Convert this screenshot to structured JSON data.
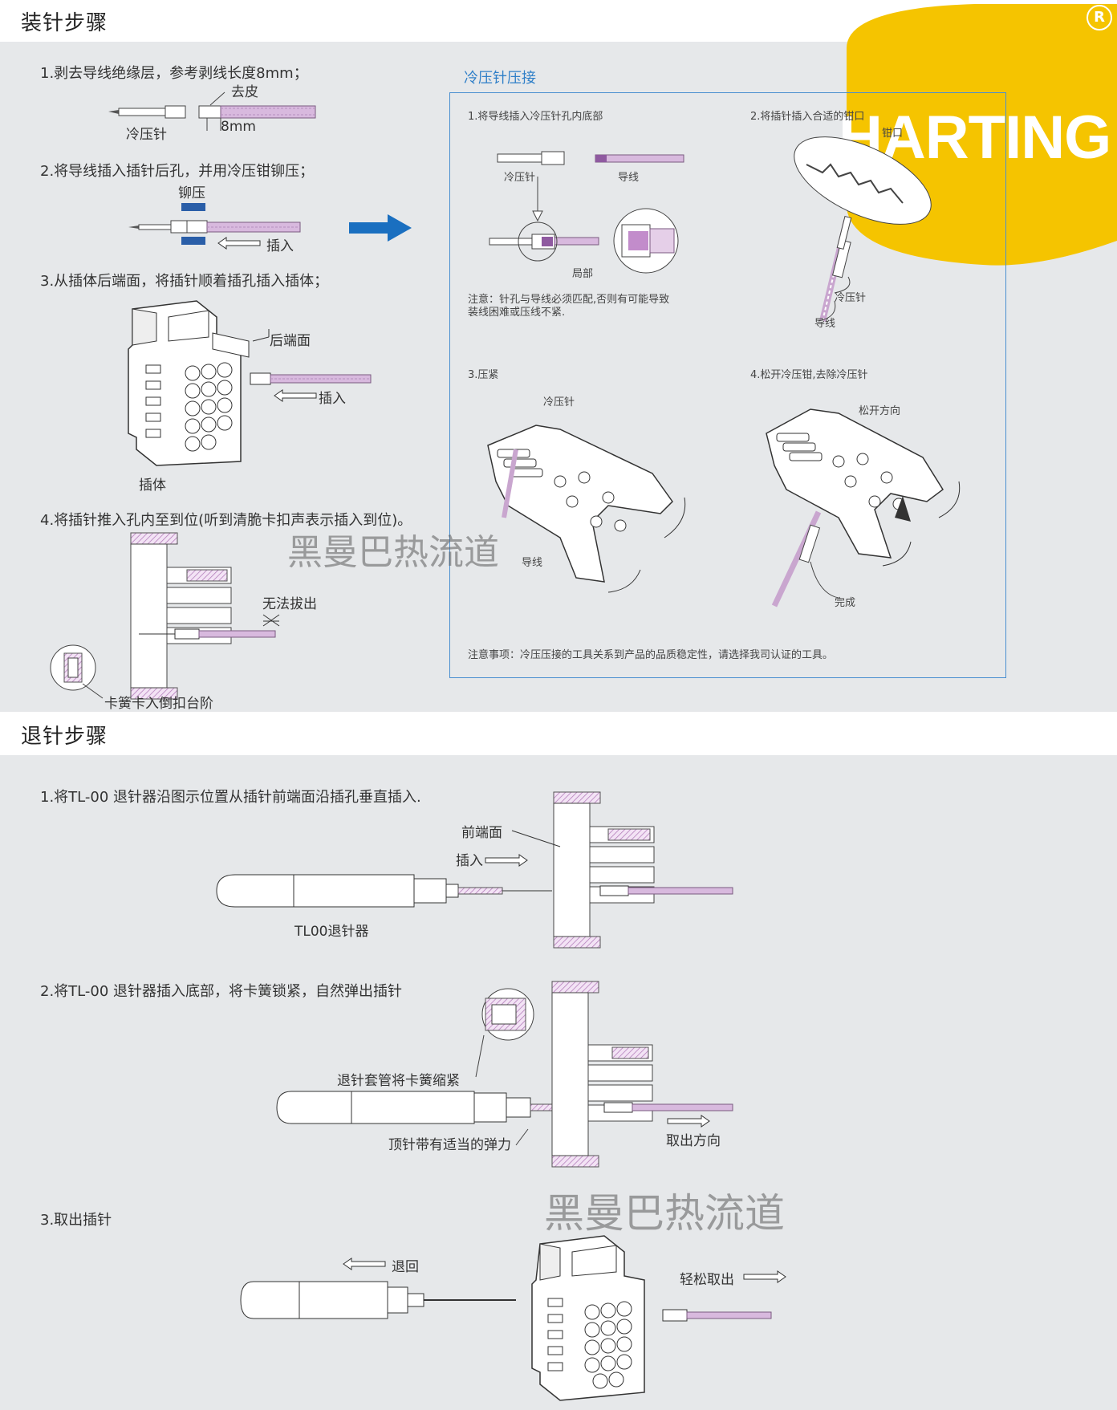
{
  "section1": {
    "title": "装针步骤",
    "step1": "1.剥去导线绝缘层，参考剥线长度8mm；",
    "step1_strip": "去皮",
    "step1_pin": "冷压针",
    "step1_len": "8mm",
    "step2": "2.将导线插入插针后孔，并用冷压钳铆压；",
    "step2_crimp": "铆压",
    "step2_insert": "插入",
    "step3": "3.从插体后端面，将插针顺着插孔插入插体；",
    "step3_rear": "后端面",
    "step3_insert": "插入",
    "step3_body": "插体",
    "step4": "4.将插针推入孔内至到位(听到清脆卡扣声表示插入到位)。",
    "step4_nopull": "无法拔出",
    "step4_spring": "卡簧卡入倒扣台阶"
  },
  "crimp_box": {
    "title": "冷压针压接",
    "s1": "1.将导线插入冷压针孔内底部",
    "s1_pin": "冷压针",
    "s1_wire": "导线",
    "s1_part": "局部",
    "note1_line1": "注意：针孔与导线必须匹配,否则有可能导致",
    "note1_line2": "装线困难或压线不紧.",
    "s2": "2.将插针插入合适的钳口",
    "s2_jaw": "钳口",
    "s2_pin": "冷压针",
    "s2_wire": "导线",
    "s3": "3.压紧",
    "s3_pin": "冷压针",
    "s3_wire": "导线",
    "s4": "4.松开冷压钳,去除冷压针",
    "s4_dir": "松开方向",
    "s4_done": "完成",
    "note2": "注意事项：冷压压接的工具关系到产品的品质稳定性，请选择我司认证的工具。"
  },
  "logo": {
    "text": "HARTING",
    "reg": "R"
  },
  "watermark": "黑曼巴热流道",
  "section2": {
    "title": "退针步骤",
    "step1": "1.将TL-00 退针器沿图示位置从插针前端面沿插孔垂直插入.",
    "step1_front": "前端面",
    "step1_insert": "插入",
    "step1_tool": "TL00退针器",
    "step2": "2.将TL-00 退针器插入底部，将卡簧锁紧，自然弹出插针",
    "step2_sleeve": "退针套管将卡簧缩紧",
    "step2_push": "顶针带有适当的弹力",
    "step2_dir": "取出方向",
    "step3": "3.取出插针",
    "step3_back": "退回",
    "step3_easy": "轻松取出"
  },
  "colors": {
    "panel": "#e6e8ea",
    "accent_blue": "#1a6fc0",
    "wire": "#c9a6cf",
    "logo_yellow": "#f5c400"
  }
}
